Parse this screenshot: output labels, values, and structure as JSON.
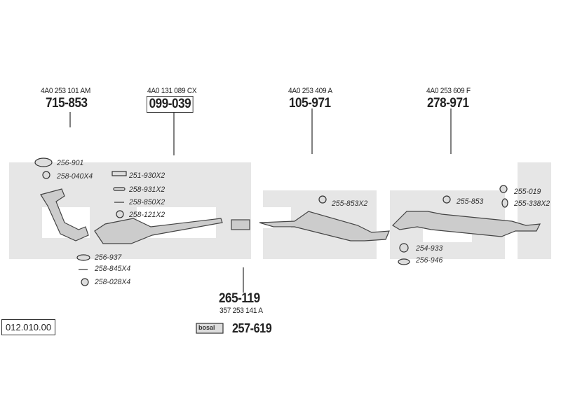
{
  "groups": [
    {
      "oe": "4A0 253 101 AM",
      "part": "715-853"
    },
    {
      "oe": "4A0 131 089 CX",
      "part": "099-039"
    },
    {
      "oe": "4A0 253 409 A",
      "part": "105-971"
    },
    {
      "oe": "4A0 253 609 F",
      "part": "278-971"
    },
    {
      "oe": "357 253 141 A",
      "part": "265-119"
    }
  ],
  "accessories": [
    "256-901",
    "258-040X4",
    "251-930X2",
    "258-931X2",
    "258-850X2",
    "258-121X2",
    "256-937",
    "258-845X4",
    "258-028X4",
    "255-853X2",
    "255-853",
    "254-933",
    "256-946",
    "255-019",
    "255-338X2"
  ],
  "kit": {
    "logo": "bosal",
    "part": "257-619"
  },
  "diagram_ref": "012.010.00"
}
